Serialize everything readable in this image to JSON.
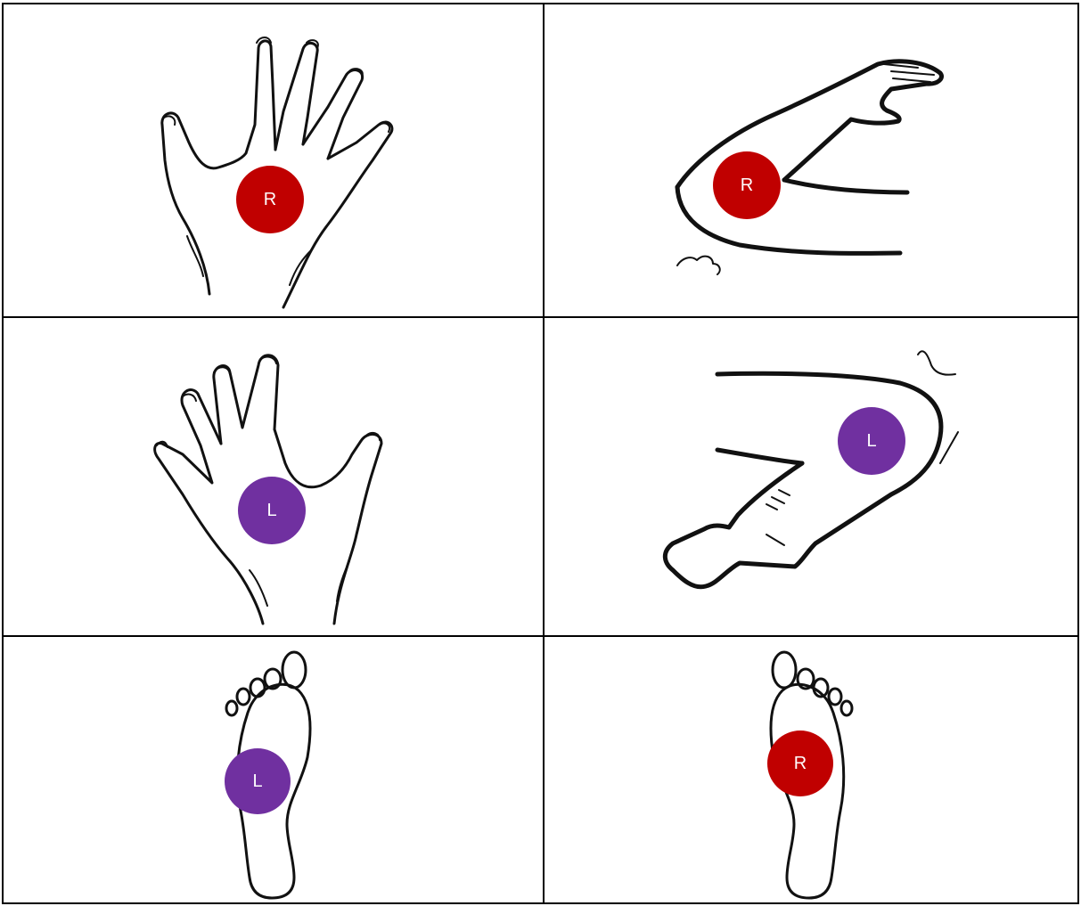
{
  "markers": {
    "hand_right": {
      "label": "R",
      "color": "#c00000"
    },
    "arm_right": {
      "label": "R",
      "color": "#c00000"
    },
    "hand_left": {
      "label": "L",
      "color": "#7030a0"
    },
    "arm_left": {
      "label": "L",
      "color": "#7030a0"
    },
    "foot_left": {
      "label": "L",
      "color": "#7030a0"
    },
    "foot_right": {
      "label": "R",
      "color": "#c00000"
    }
  },
  "icons": {
    "hand_right": "right-hand-icon",
    "arm_right": "right-arm-icon",
    "hand_left": "left-hand-icon",
    "arm_left": "left-arm-icon",
    "foot_left": "left-foot-icon",
    "foot_right": "right-foot-icon"
  }
}
